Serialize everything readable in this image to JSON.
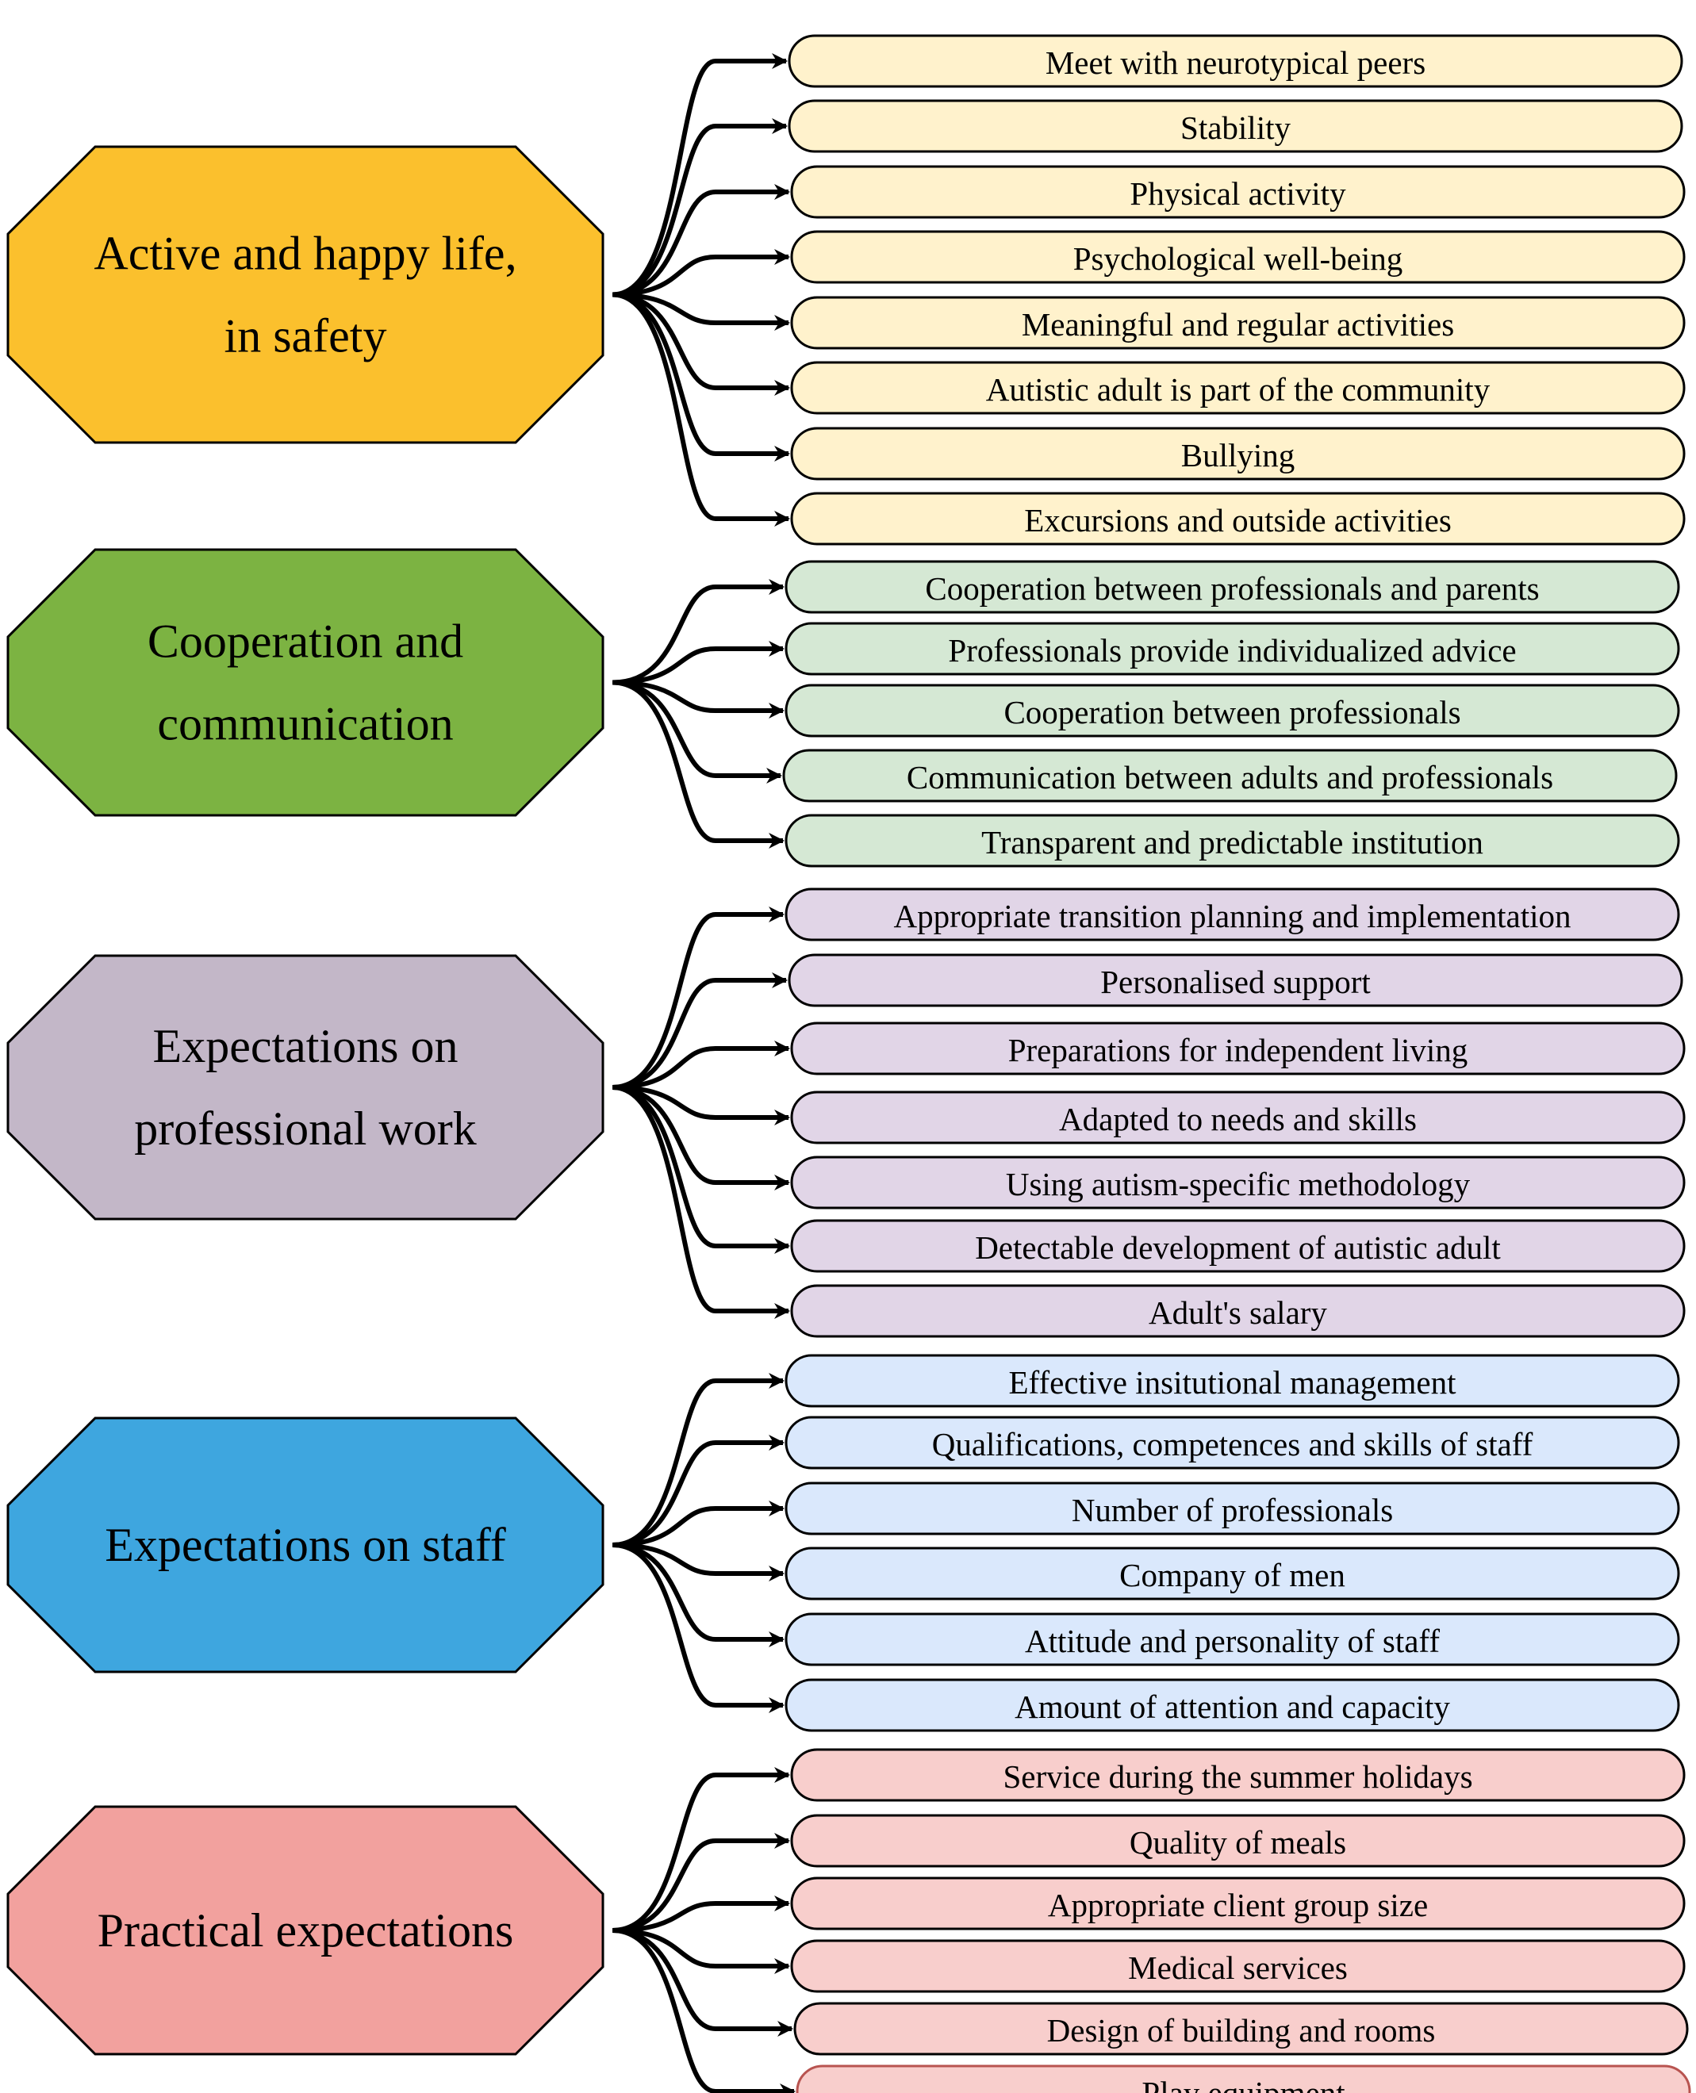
{
  "arrow_color": "#000000",
  "groups": [
    {
      "label_lines": [
        "Active and happy life,",
        "in safety"
      ],
      "fill": "#FBC02D",
      "item_fill": "#FFF2CC",
      "item_stroke": "#000000",
      "items": [
        "Meet with neurotypical peers",
        "Stability",
        "Physical activity",
        "Psychological well-being",
        "Meaningful and regular activities",
        "Autistic adult is part of the community",
        "Bullying",
        "Excursions and outside activities"
      ]
    },
    {
      "label_lines": [
        "Cooperation and",
        "communication"
      ],
      "fill": "#7CB342",
      "item_fill": "#D5E8D4",
      "item_stroke": "#000000",
      "items": [
        "Cooperation between professionals and parents",
        "Professionals provide individualized advice",
        "Cooperation between professionals",
        "Communication between adults and professionals",
        "Transparent and predictable institution"
      ]
    },
    {
      "label_lines": [
        "Expectations on",
        "professional work"
      ],
      "fill": "#C3B7C8",
      "item_fill": "#E1D5E7",
      "item_stroke": "#000000",
      "items": [
        "Appropriate transition planning and implementation",
        "Personalised support",
        "Preparations for independent living",
        "Adapted to needs and skills",
        "Using autism-specific methodology",
        "Detectable development of autistic adult",
        "Adult's salary"
      ]
    },
    {
      "label_lines": [
        "Expectations on staff"
      ],
      "fill": "#3EA6DF",
      "item_fill": "#DAE8FC",
      "item_stroke": "#000000",
      "items": [
        "Effective insitutional management",
        "Qualifications, competences and skills of staff",
        "Number of professionals",
        "Company of men",
        "Attitude and personality of staff",
        "Amount of attention and capacity"
      ]
    },
    {
      "label_lines": [
        "Practical expectations"
      ],
      "fill": "#F2A19E",
      "item_fill": "#F8CECC",
      "item_stroke": "#000000",
      "last_item_stroke": "#B85450",
      "items": [
        "Service during the summer holidays",
        "Quality of meals",
        "Appropriate client group size",
        "Medical services",
        "Design of building and rooms",
        "Play equipment"
      ]
    }
  ]
}
